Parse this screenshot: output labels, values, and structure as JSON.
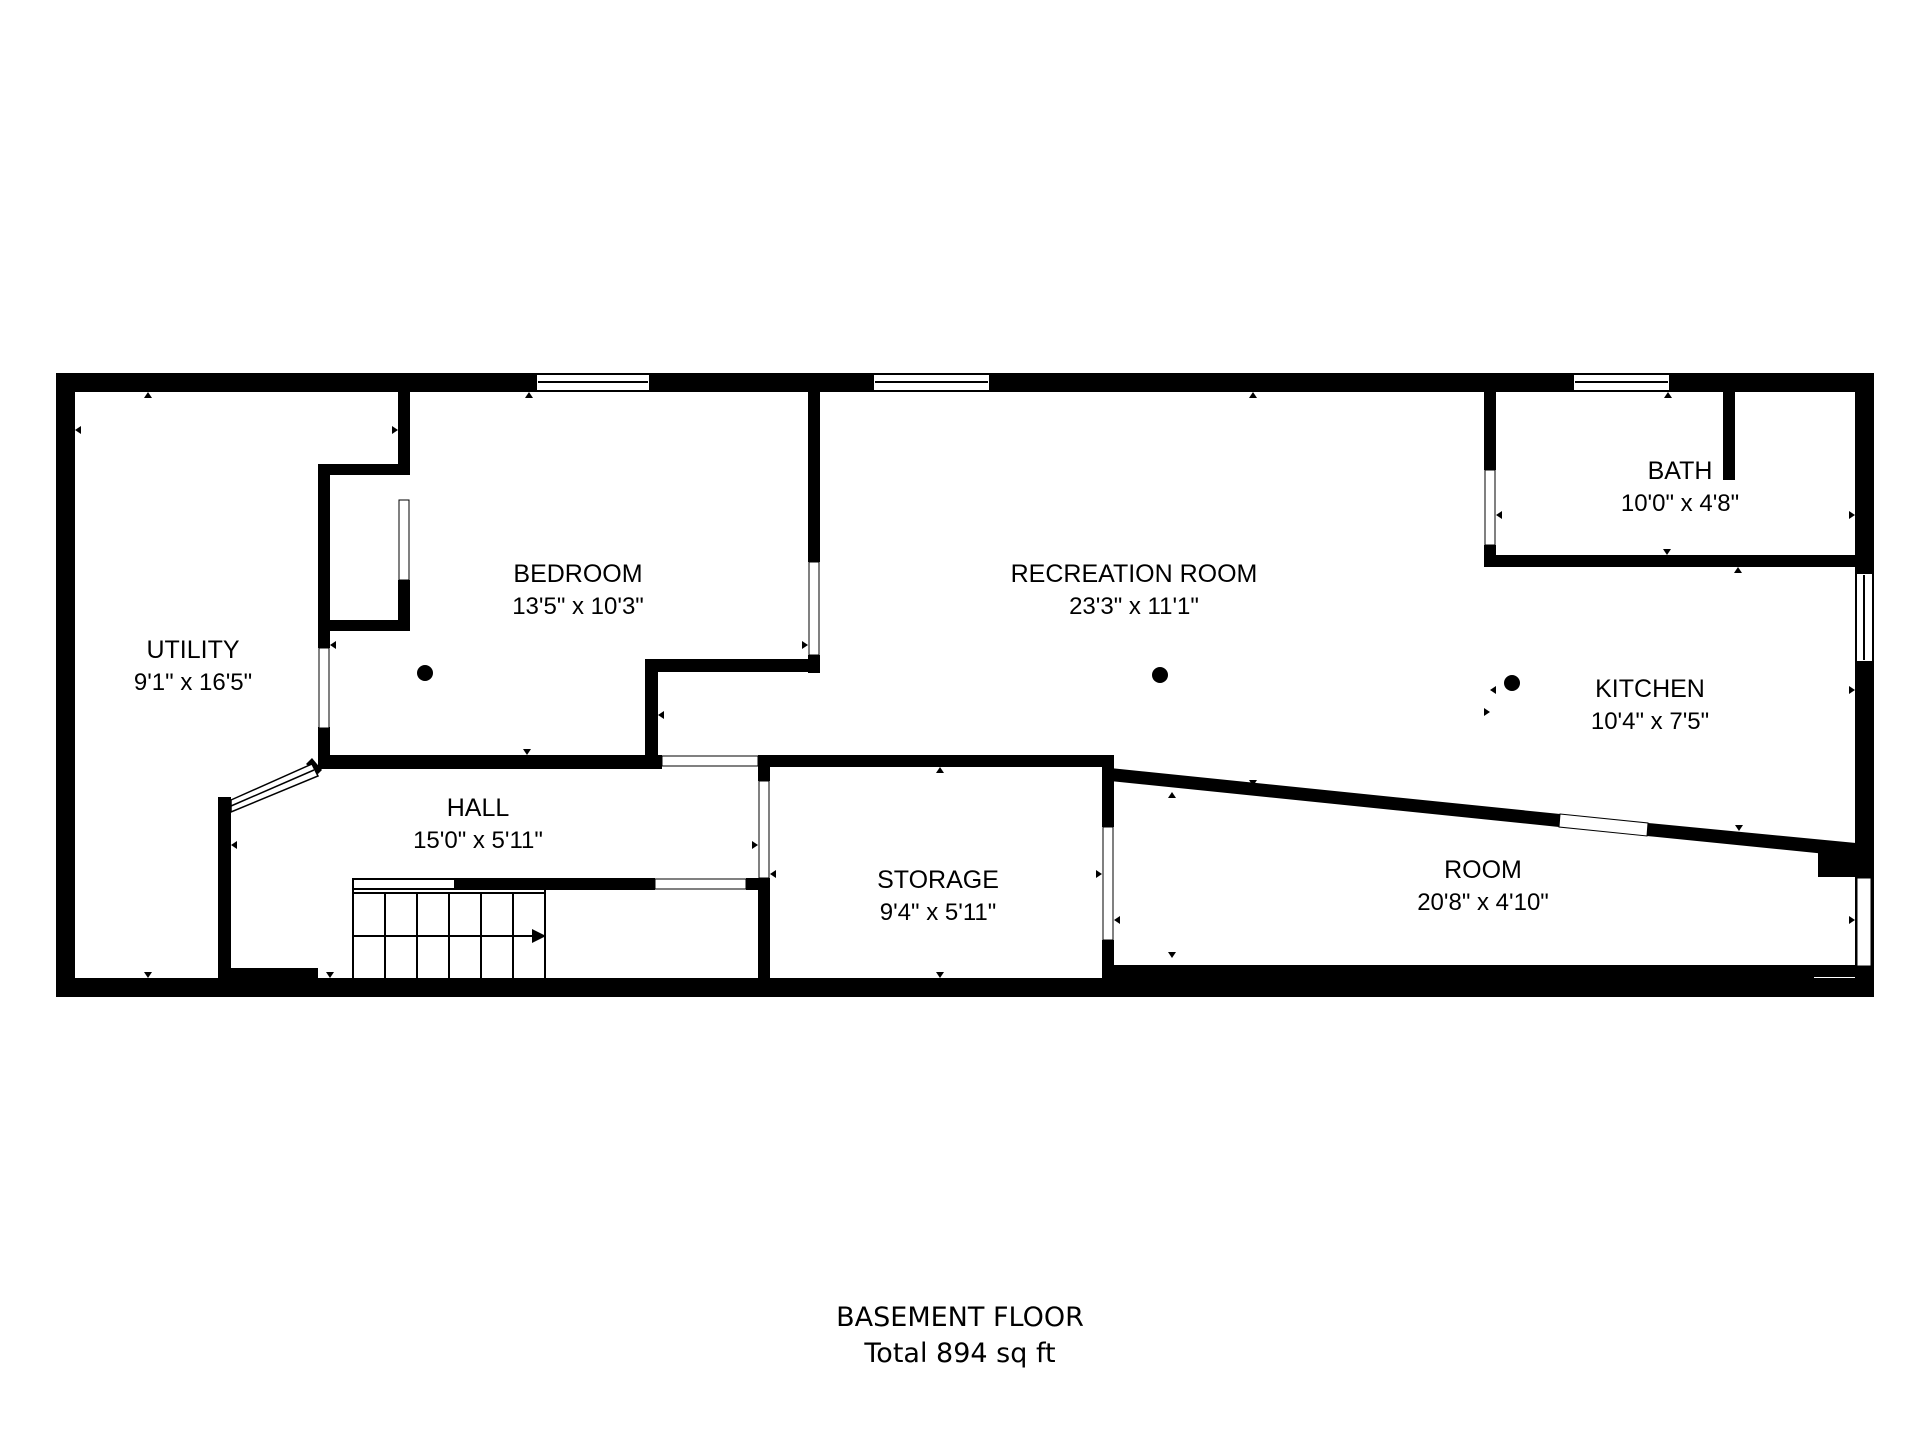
{
  "floor": {
    "title": "BASEMENT FLOOR",
    "total": "Total 894 sq ft"
  },
  "rooms": [
    {
      "name": "UTILITY",
      "dimensions": "9'1\" x 16'5\""
    },
    {
      "name": "BEDROOM",
      "dimensions": "13'5\" x 10'3\""
    },
    {
      "name": "RECREATION ROOM",
      "dimensions": "23'3\" x 11'1\""
    },
    {
      "name": "BATH",
      "dimensions": "10'0\" x 4'8\""
    },
    {
      "name": "KITCHEN",
      "dimensions": "10'4\" x 7'5\""
    },
    {
      "name": "HALL",
      "dimensions": "15'0\" x 5'11\""
    },
    {
      "name": "STORAGE",
      "dimensions": "9'4\" x 5'11\""
    },
    {
      "name": "ROOM",
      "dimensions": "20'8\" x 4'10\""
    }
  ],
  "colors": {
    "wall": "#000000",
    "background": "#ffffff"
  }
}
